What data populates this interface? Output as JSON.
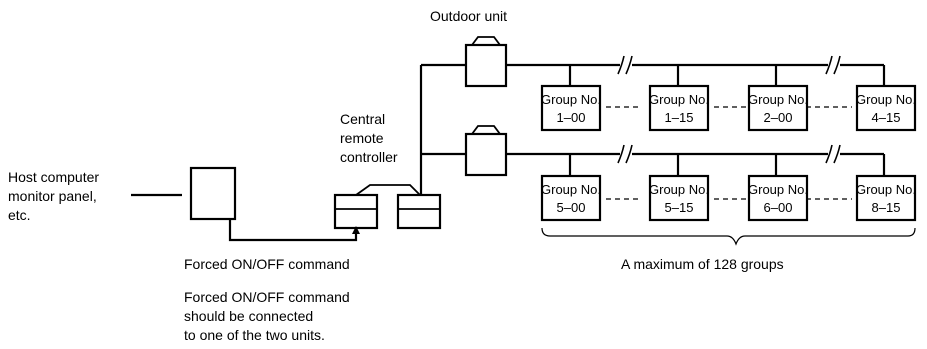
{
  "host": {
    "lines": [
      "Host computer",
      "monitor panel,",
      "etc."
    ]
  },
  "controller": {
    "lines": [
      "Central",
      "remote",
      "controller"
    ]
  },
  "outdoor_unit": {
    "label": "Outdoor unit"
  },
  "groups": {
    "top_row": [
      {
        "title": "Group No.",
        "number": "1–00"
      },
      {
        "title": "Group No.",
        "number": "1–15"
      },
      {
        "title": "Group No.",
        "number": "2–00"
      },
      {
        "title": "Group No.",
        "number": "4–15"
      }
    ],
    "bottom_row": [
      {
        "title": "Group No.",
        "number": "5–00"
      },
      {
        "title": "Group No.",
        "number": "5–15"
      },
      {
        "title": "Group No.",
        "number": "6–00"
      },
      {
        "title": "Group No.",
        "number": "8–15"
      }
    ]
  },
  "captions": {
    "forced_command": "Forced ON/OFF command",
    "note_lines": [
      "Forced ON/OFF command",
      "should be connected",
      "to one of the two units."
    ],
    "max_groups": "A maximum of 128 groups"
  }
}
